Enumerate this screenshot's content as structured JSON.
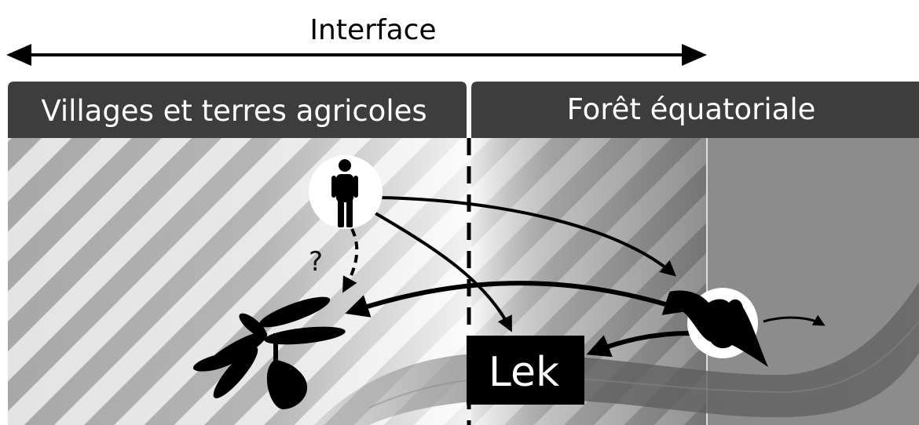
{
  "interface_label": "Interface",
  "zones": {
    "left": "Villages et terres agricoles",
    "right": "Forêt équatoriale"
  },
  "lek_label": "Lek",
  "question_mark": "?",
  "icons": {
    "human": "person-icon",
    "bat": "bat-icon",
    "plant": "palm-tree-icon"
  },
  "colors": {
    "header_bg": "#3d3d3d",
    "forest_bg": "#8c8c8c",
    "lek_bg": "#000000"
  }
}
